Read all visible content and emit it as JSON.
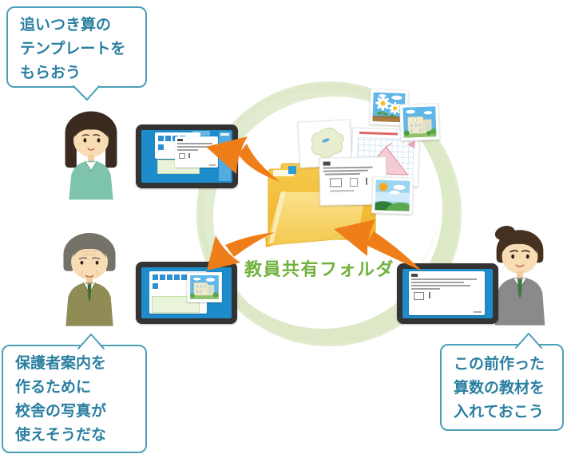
{
  "center": {
    "label": "教員共有フォルダ"
  },
  "bubbles": {
    "top_left": {
      "lines": [
        "追いつき算の",
        "テンプレートを",
        "もらおう"
      ]
    },
    "bottom_left": {
      "lines": [
        "保護者案内を",
        "作るために",
        "校舎の写真が",
        "使えそうだな"
      ]
    },
    "bottom_right": {
      "lines": [
        "この前作った",
        "算数の教材を",
        "入れておこう"
      ]
    }
  },
  "colors": {
    "bubble_border": "#4C9FB9",
    "bubble_text": "#2B7FA1",
    "label_green": "#71B23E",
    "arrow_orange": "#EF7E1A",
    "ring_green": "#E1EBCF",
    "screen_blue": "#1E8CCB",
    "folder_yellow": "#F3C243"
  },
  "assets": {
    "people": [
      "female-teacher",
      "senior-male-teacher",
      "male-teacher"
    ],
    "icons": [
      "shared-folder-icon",
      "tablet-device",
      "daisy-photo",
      "school-building-photo",
      "landscape-photo",
      "map-document",
      "geometry-worksheet",
      "math-worksheet",
      "transfer-arrow",
      "sharing-ring"
    ]
  }
}
